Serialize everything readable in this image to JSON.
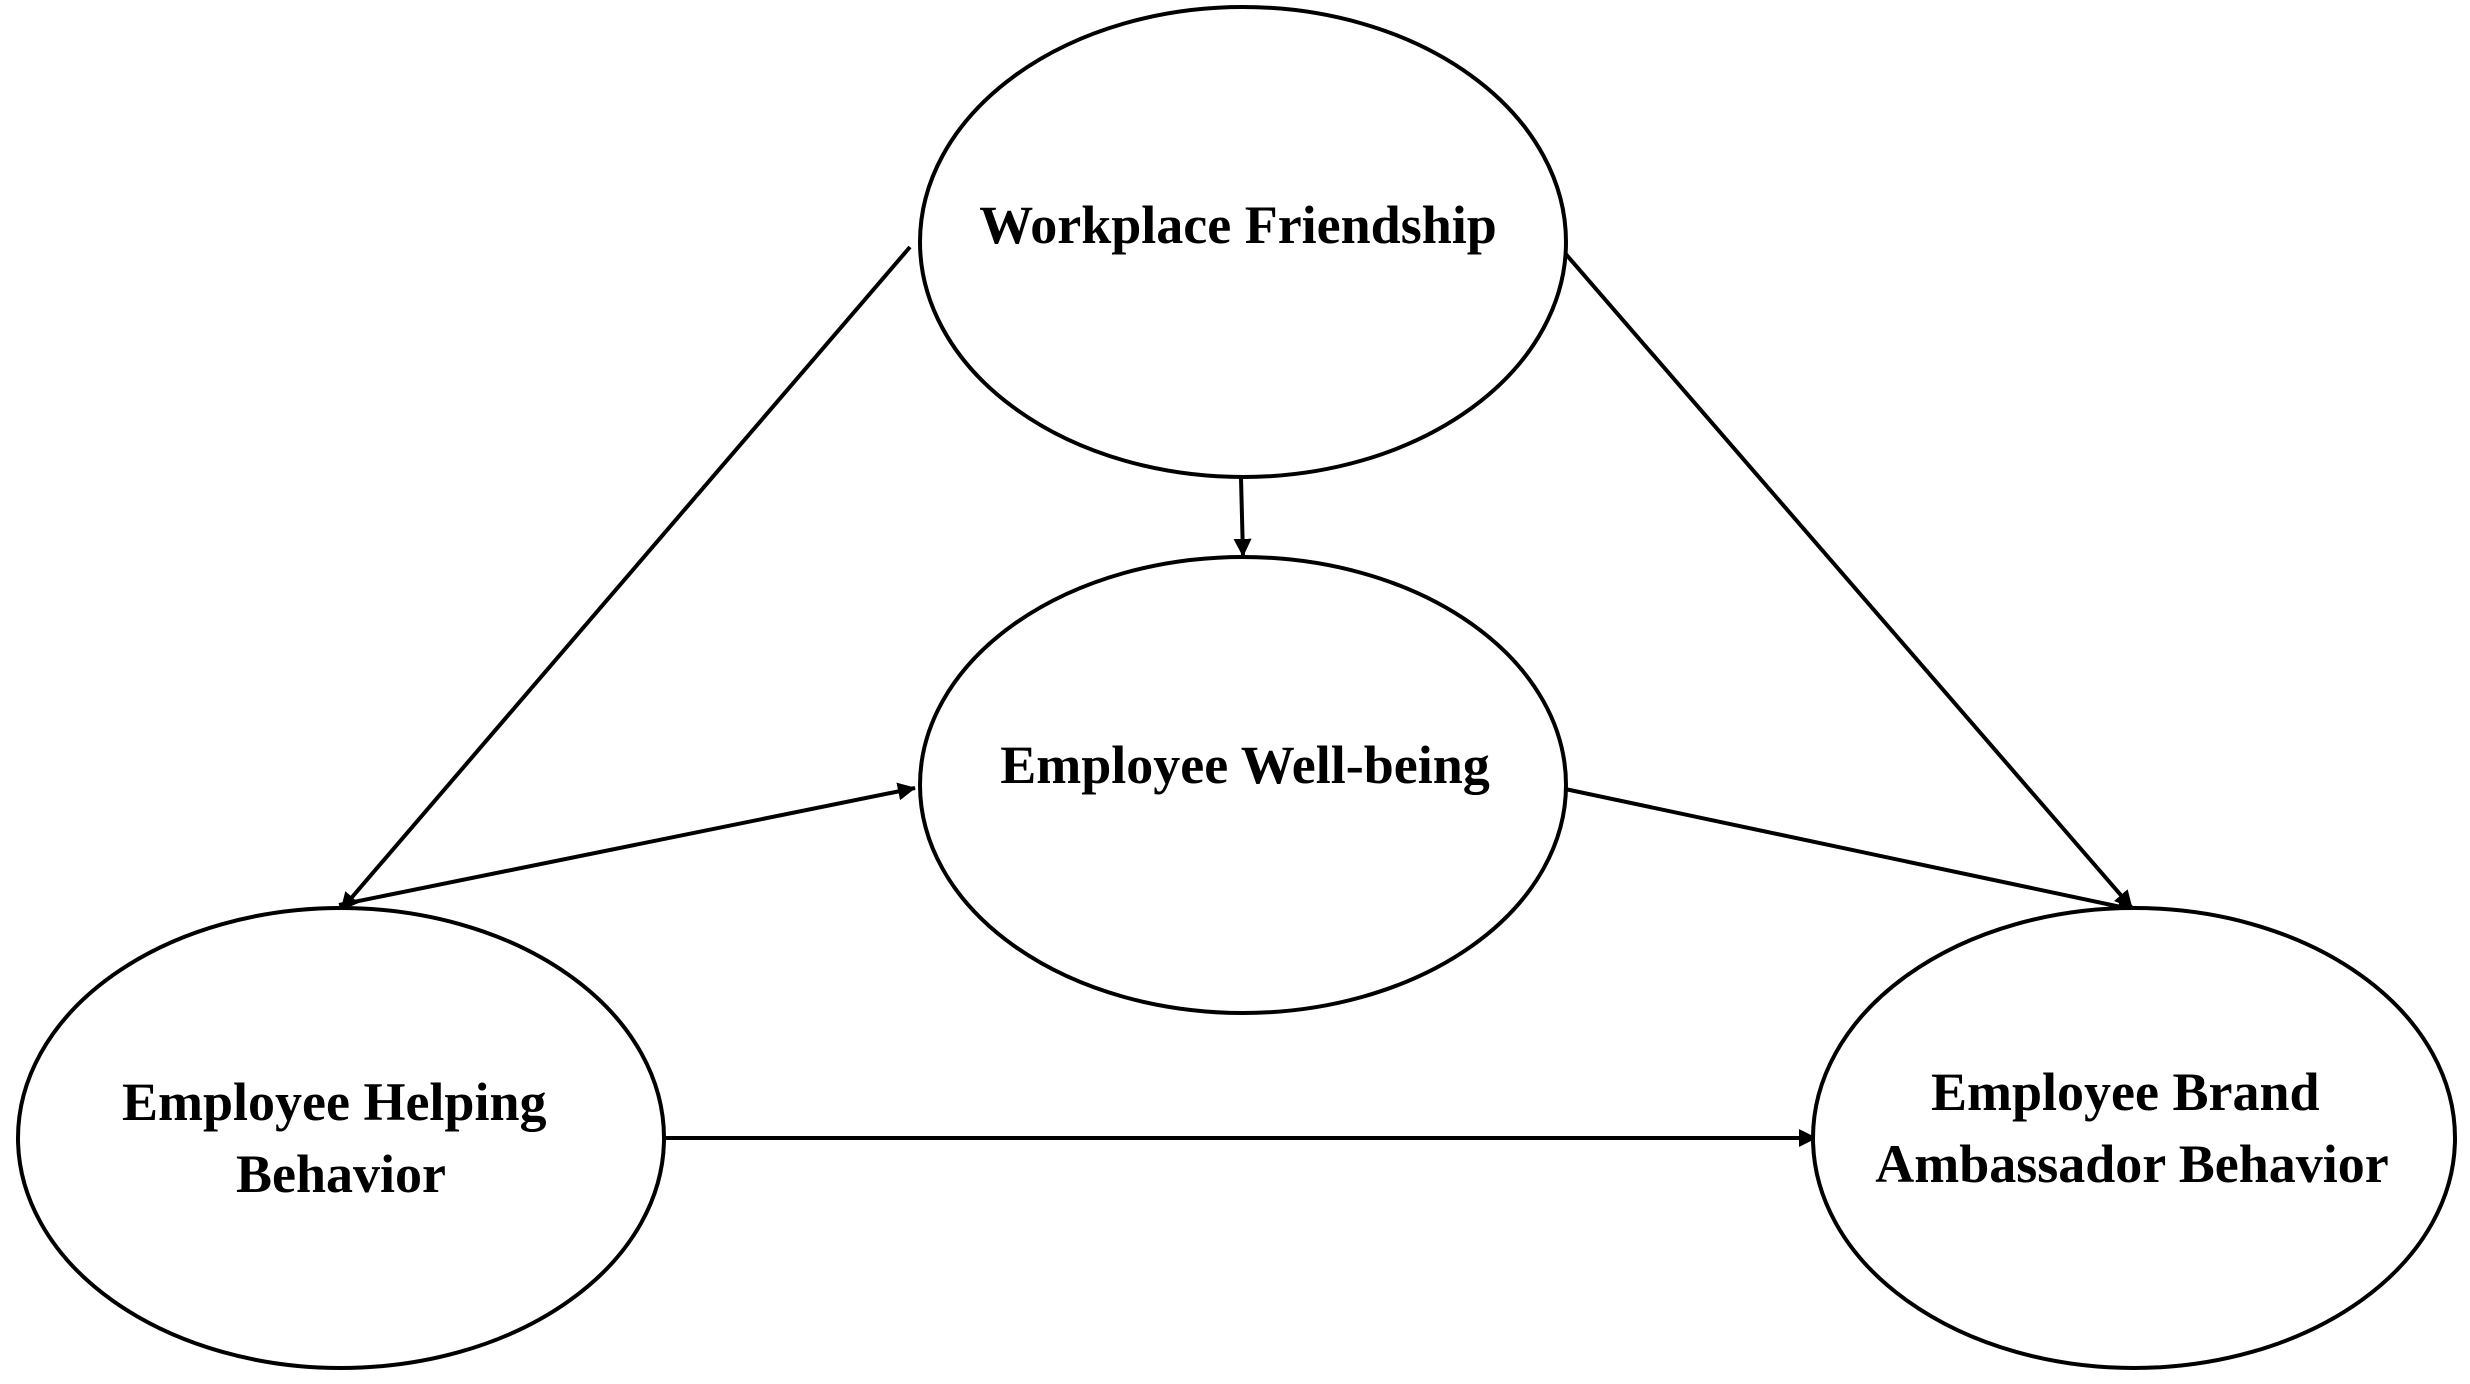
{
  "diagram": {
    "nodes": {
      "workplace_friendship": {
        "lines": [
          "Workplace Friendship"
        ]
      },
      "employee_well_being": {
        "lines": [
          "Employee Well-being"
        ]
      },
      "employee_helping_behavior": {
        "lines": [
          "Employee Helping",
          "Behavior"
        ]
      },
      "employee_brand_ambassador_behavior": {
        "lines": [
          "Employee Brand",
          "Ambassador Behavior"
        ]
      }
    },
    "edges": [
      {
        "from": "Workplace Friendship",
        "to": "Employee Well-being"
      },
      {
        "from": "Workplace Friendship",
        "to": "Employee Helping Behavior"
      },
      {
        "from": "Workplace Friendship",
        "to": "Employee Brand Ambassador Behavior"
      },
      {
        "from": "Employee Helping Behavior",
        "to": "Employee Well-being"
      },
      {
        "from": "Employee Well-being",
        "to": "Employee Brand Ambassador Behavior"
      },
      {
        "from": "Employee Helping Behavior",
        "to": "Employee Brand Ambassador Behavior"
      }
    ],
    "colors": {
      "stroke": "#000000",
      "fill": "#ffffff",
      "text": "#000000"
    }
  }
}
